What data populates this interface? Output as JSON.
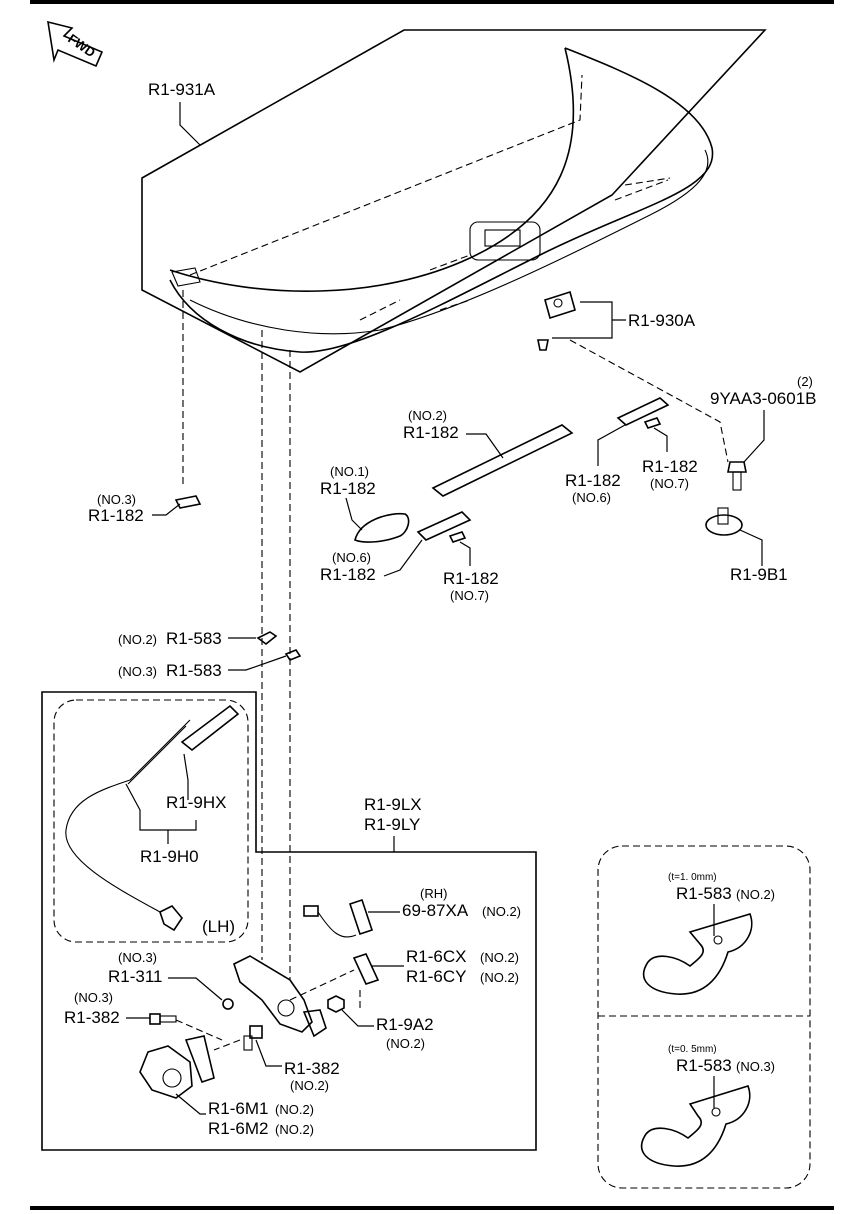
{
  "fwd_label": "FWD",
  "labels": {
    "lid": "R1-931A",
    "striker": "R1-930A",
    "bolt_qty": "(2)",
    "bolt": "9YAA3-0601B",
    "stopper": "R1-9B1",
    "tape_no2_qual": "(NO.2)",
    "tape_no2": "R1-182",
    "tape_no6_top": "R1-182",
    "tape_no6_top_qual": "(NO.6)",
    "tape_no7_top": "R1-182",
    "tape_no7_top_qual": "(NO.7)",
    "tape_no1_qual": "(NO.1)",
    "tape_no1": "R1-182",
    "tape_no6_bot_qual": "(NO.6)",
    "tape_no6_bot": "R1-182",
    "tape_no7_bot": "R1-182",
    "tape_no7_bot_qual": "(NO.7)",
    "tape_no3_qual": "(NO.3)",
    "tape_no3": "R1-182",
    "hook2_qual": "(NO.2)",
    "hook2": "R1-583",
    "hook3_qual": "(NO.3)",
    "hook3": "R1-583",
    "handle": "R1-9HX",
    "cable": "R1-9H0",
    "lh": "(LH)",
    "lock_a": "R1-9LX",
    "lock_b": "R1-9LY",
    "rh": "(RH)",
    "switch": "69-87XA",
    "switch_qual": "(NO.2)",
    "cover_a": "R1-6CX",
    "cover_a_qual": "(NO.2)",
    "cover_b": "R1-6CY",
    "cover_b_qual": "(NO.2)",
    "bush_qual": "(NO.3)",
    "bush": "R1-311",
    "screw3_qual": "(NO.3)",
    "screw3": "R1-382",
    "nut": "R1-9A2",
    "nut_qual": "(NO.2)",
    "screw2": "R1-382",
    "screw2_qual": "(NO.2)",
    "motor_a": "R1-6M1",
    "motor_a_qual": "(NO.2)",
    "motor_b": "R1-6M2",
    "motor_b_qual": "(NO.2)",
    "detail1_thick": "(t=1. 0mm)",
    "detail1_part": "R1-583",
    "detail1_qual": "(NO.2)",
    "detail2_thick": "(t=0. 5mm)",
    "detail2_part": "R1-583",
    "detail2_qual": "(NO.3)"
  }
}
